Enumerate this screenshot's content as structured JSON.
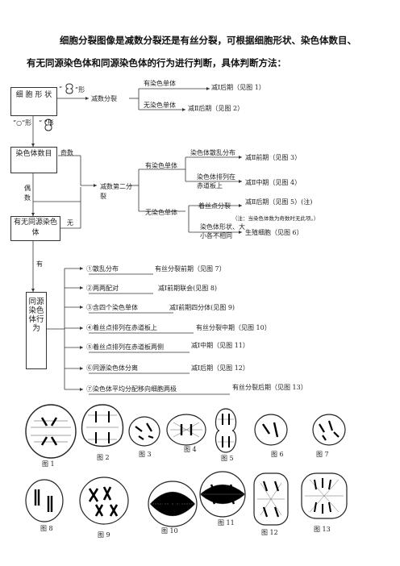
{
  "title": {
    "line1": "细胞分裂图像是减数分裂还是有丝分裂，可根据细胞形状、染色体数目、",
    "line2": "有无同源染色体和同源染色体的行为进行判断，具体判断方法："
  },
  "shape": {
    "box": "细 胞 形 状",
    "q_left": "“",
    "q_right": "”形",
    "to_meiosis": "减数分裂",
    "upper": "有染色单体",
    "upper_result": "减Ⅰ后期（见图 1）",
    "lower": "无染色单体",
    "lower_result": "减Ⅱ后期（见图 2）",
    "circle_label": "“○”形",
    "gourd_label": "“  ”形"
  },
  "count": {
    "box": "染色体数目",
    "odd": "奇数",
    "even": "偶数",
    "meiosis2": "减数第二分裂",
    "has_chromatid": "有染色单体",
    "scattered": "染色体散乱分布",
    "scattered_result": "减Ⅱ前期（见图 3）",
    "aligned": "染色体排列在赤道板上",
    "aligned_result": "减Ⅱ中期（见图 4）",
    "no_chromatid": "无染色单体",
    "centromere_split": "着丝点分裂",
    "centromere_result": "减Ⅱ后期（见图 5）(注)",
    "note": "（注：当染色体数为奇数时无此项。）",
    "shape_size": "染色体形状、大小各不相同",
    "shape_size_result": "生殖细胞（见图 6）"
  },
  "homolog": {
    "box": "有无同源染色体",
    "none": "无",
    "has": "有",
    "behavior_box": "同源染色体行为",
    "rows": [
      {
        "cond": "①散乱分布",
        "result": "有丝分裂前期（见图 7）"
      },
      {
        "cond": "②两两配对",
        "result": "减Ⅰ前期联会(见图 8)"
      },
      {
        "cond": "③含四个染色单体",
        "result": "减Ⅰ前期四分体(见图 9)"
      },
      {
        "cond": "④着丝点排列在赤道板上",
        "result": "有丝分裂中期（见图 10）"
      },
      {
        "cond": "⑤着丝点排列在赤道板两侧",
        "result": "减Ⅰ中期（见图 11）"
      },
      {
        "cond": "⑥同源染色体分离",
        "result": "减Ⅰ后期（见图 12）"
      },
      {
        "cond": "⑦染色体平均分配移向细胞两极",
        "result": "有丝分裂后期（见图 13）"
      }
    ]
  },
  "figures": {
    "f1": "图 1",
    "f2": "图 2",
    "f3": "图 3",
    "f4": "图 4",
    "f5": "图 5",
    "f6": "图 6",
    "f7": "图 7",
    "f8": "图 8",
    "f9": "图 9",
    "f10": "图 10",
    "f11": "图 11",
    "f12": "图 12",
    "f13": "图 13"
  }
}
